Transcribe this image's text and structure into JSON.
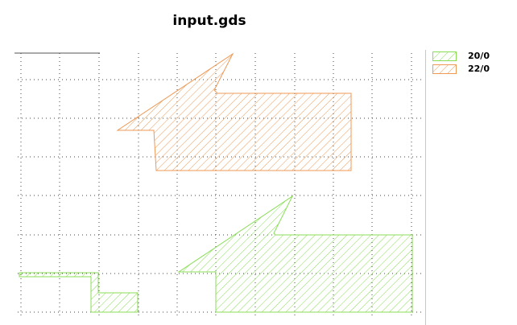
{
  "window": {
    "title": "input.gds"
  },
  "layers": [
    {
      "name": "20/0",
      "color": "#88dd55"
    },
    {
      "name": "22/0",
      "color": "#ee9955"
    }
  ],
  "view": {
    "grid": "dotted",
    "grid_color": "#444444",
    "background": "#ffffff"
  }
}
